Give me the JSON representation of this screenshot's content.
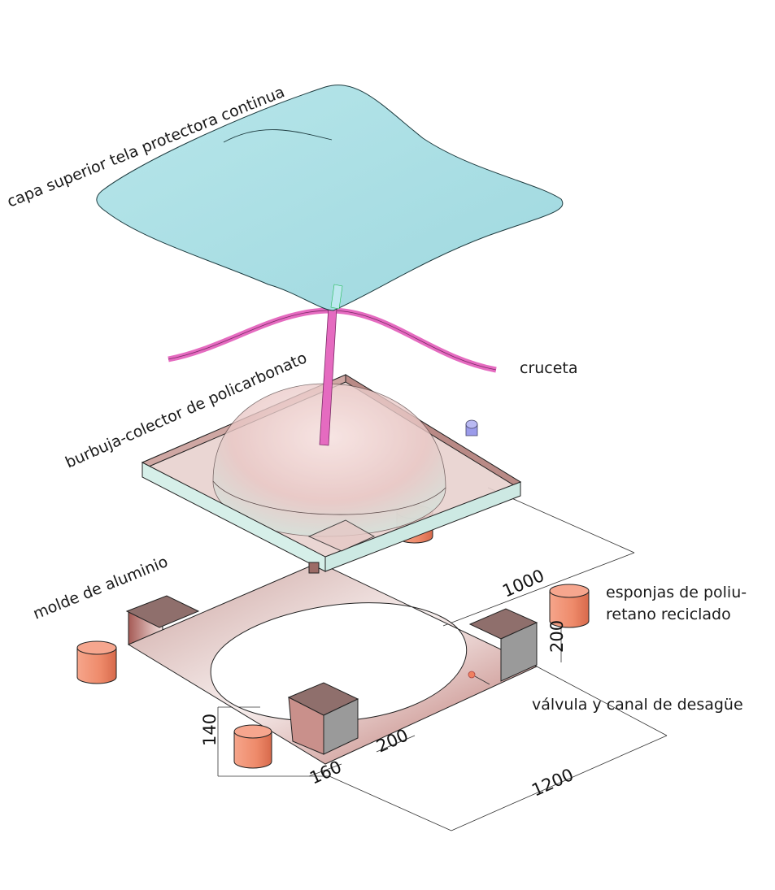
{
  "labels": {
    "top_fabric": "capa superior tela protectora continua",
    "cross": "cruceta",
    "bubble": "burbuja-colector de policarbonato",
    "mold": "molde de aluminio",
    "sponges_line1": "esponjas de poliu-",
    "sponges_line2": "retano reciclado",
    "valve": "válvula y canal de desagüe"
  },
  "dimensions": {
    "d1000": "1000",
    "d200_side": "200",
    "d200_bottom": "200",
    "d140": "140",
    "d160": "160",
    "d1200": "1200"
  },
  "colors": {
    "fabric": "#a9dfe5",
    "cross": "#e56bc0",
    "tray": "#d8f0ea",
    "mold": "#b77f7a",
    "sponge": "#ec8a6d",
    "valve_cap": "#9b9bea"
  }
}
